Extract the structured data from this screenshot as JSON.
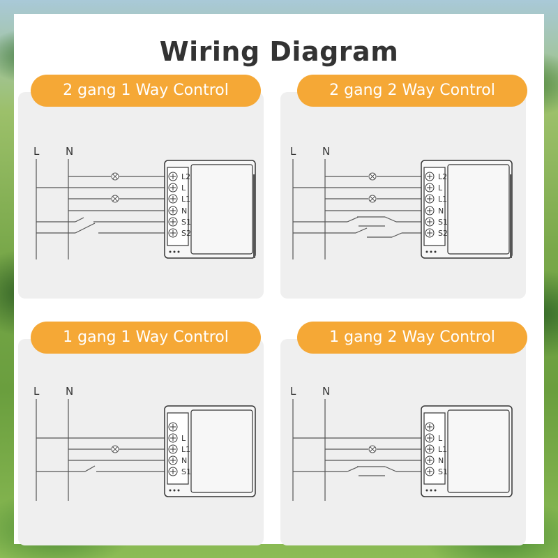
{
  "header": {
    "title": "Wiring Diagram"
  },
  "accent_color": "#f5a836",
  "panels": [
    {
      "title": "2 gang 1 Way Control",
      "line_labels": [
        "L",
        "N"
      ],
      "terminals": [
        "L2",
        "L",
        "L1",
        "N",
        "S1",
        "S2"
      ],
      "lamp_icons": [
        "lamp-icon",
        "lamp-icon"
      ],
      "switch_icons": [
        "switch-icon"
      ]
    },
    {
      "title": "2 gang 2 Way Control",
      "line_labels": [
        "L",
        "N"
      ],
      "terminals": [
        "L2",
        "L",
        "L1",
        "N",
        "S1",
        "S2"
      ],
      "lamp_icons": [
        "lamp-icon",
        "lamp-icon"
      ],
      "switch_icons": [
        "two-way-switch-icon",
        "two-way-switch-icon"
      ]
    },
    {
      "title": "1 gang 1 Way Control",
      "line_labels": [
        "L",
        "N"
      ],
      "terminals": [
        "L",
        "L1",
        "N",
        "S1"
      ],
      "lamp_icons": [
        "lamp-icon"
      ],
      "switch_icons": [
        "switch-icon"
      ]
    },
    {
      "title": "1 gang 2 Way Control",
      "line_labels": [
        "L",
        "N"
      ],
      "terminals": [
        "L",
        "L1",
        "N",
        "S1"
      ],
      "lamp_icons": [
        "lamp-icon"
      ],
      "switch_icons": [
        "two-way-switch-icon"
      ]
    }
  ]
}
